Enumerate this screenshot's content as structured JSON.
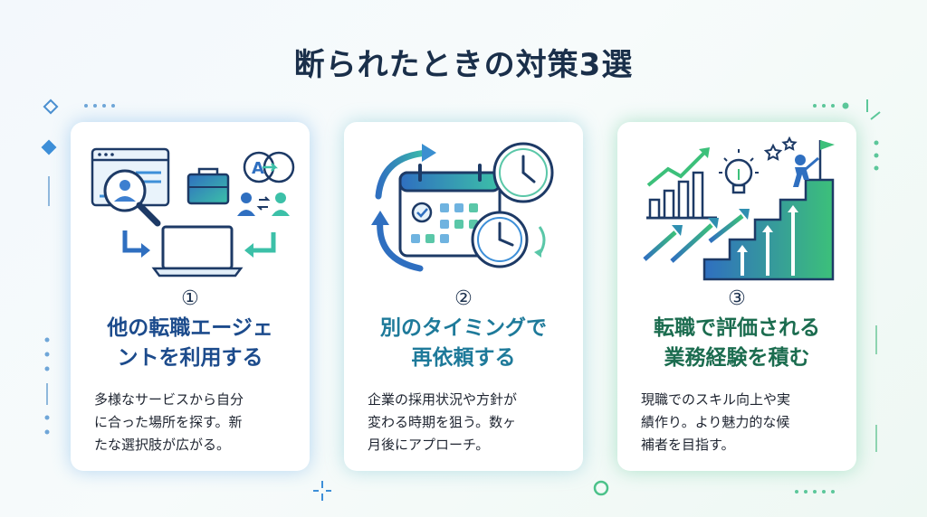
{
  "title": "断られたときの対策3選",
  "cards": [
    {
      "number": "①",
      "heading_line1": "他の転職エージェ",
      "heading_line2": "ントを利用する",
      "desc_line1": "多様なサービスから自分",
      "desc_line2": "に合った場所を探す。新",
      "desc_line3": "たな選択肢が広がる。",
      "illus_logo_text": "A"
    },
    {
      "number": "②",
      "heading_line1": "別のタイミングで",
      "heading_line2": "再依頼する",
      "desc_line1": "企業の採用状況や方針が",
      "desc_line2": "変わる時期を狙う。数ヶ",
      "desc_line3": "月後にアプローチ。"
    },
    {
      "number": "③",
      "heading_line1": "転職で評価される",
      "heading_line2": "業務経験を積む",
      "desc_line1": "現職でのスキル向上や実",
      "desc_line2": "績作り。より魅力的な候",
      "desc_line3": "補者を目指す。"
    }
  ],
  "colors": {
    "title": "#1a2f4a",
    "navy": "#1c4b8c",
    "teal": "#1e7a9a",
    "green": "#1b6c4f",
    "accent_blue": "#3d8fd8",
    "accent_green": "#4cc28a"
  }
}
